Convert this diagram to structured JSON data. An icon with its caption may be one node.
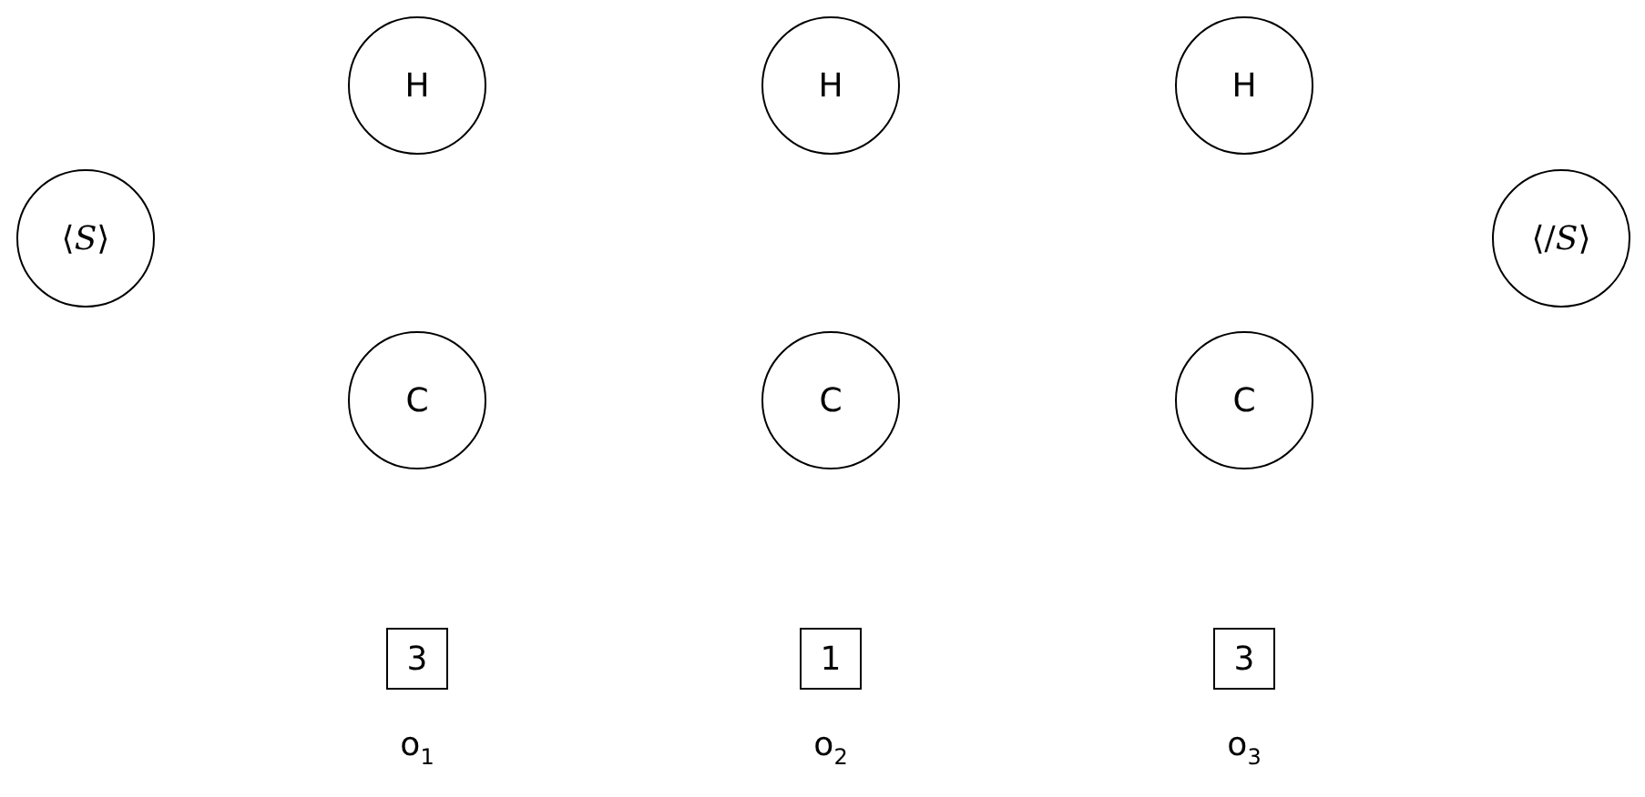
{
  "diagram": {
    "nodes": [
      {
        "text": [
          "H"
        ]
      },
      {
        "text": [
          "H"
        ]
      },
      {
        "text": [
          "H"
        ]
      },
      {
        "text": [
          "⟨*S*⟩"
        ]
      },
      {
        "text": [
          "⟨/*S*⟩"
        ]
      },
      {
        "text": [
          "C"
        ]
      },
      {
        "text": [
          "C"
        ]
      },
      {
        "text": [
          "C"
        ]
      },
      {
        "text": [
          "3"
        ]
      },
      {
        "text": [
          "1"
        ]
      },
      {
        "text": [
          "3"
        ]
      }
    ],
    "labels": [
      "o$_{1}$",
      "o$_{2}$",
      "o$_{3}$"
    ]
  }
}
